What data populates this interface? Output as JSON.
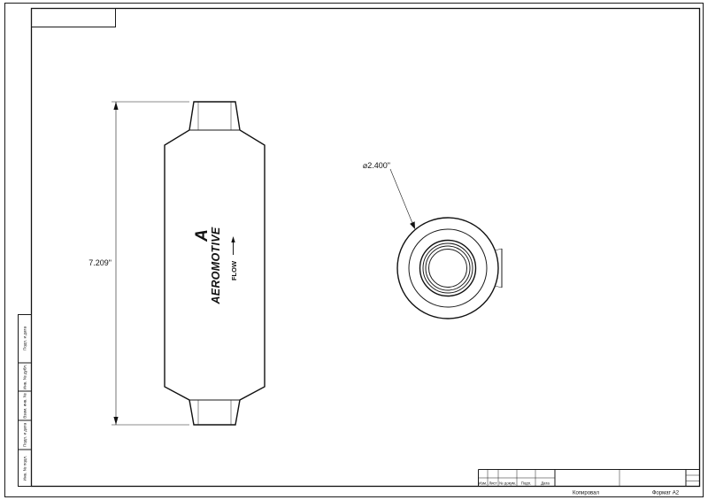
{
  "page": {
    "background": "#ffffff",
    "line_color": "#1a1a1a"
  },
  "views": {
    "side": {
      "dimension": "7.209\"",
      "brand": "AEROMOTIVE",
      "brand_emblem": "A",
      "flow_label": "FLOW"
    },
    "front": {
      "diameter": "⌀2.400\""
    }
  },
  "title_block": {
    "columns": [
      "Изм.",
      "Лист",
      "№ докум.",
      "Подп.",
      "Дата"
    ],
    "copied": "Копировал",
    "format": "Формат А2"
  },
  "margin_stamps": [
    "Подп. и дата",
    "Инв. № дубл.",
    "Взам. инв. №",
    "Подп. и дата",
    "Инв. № подл."
  ]
}
